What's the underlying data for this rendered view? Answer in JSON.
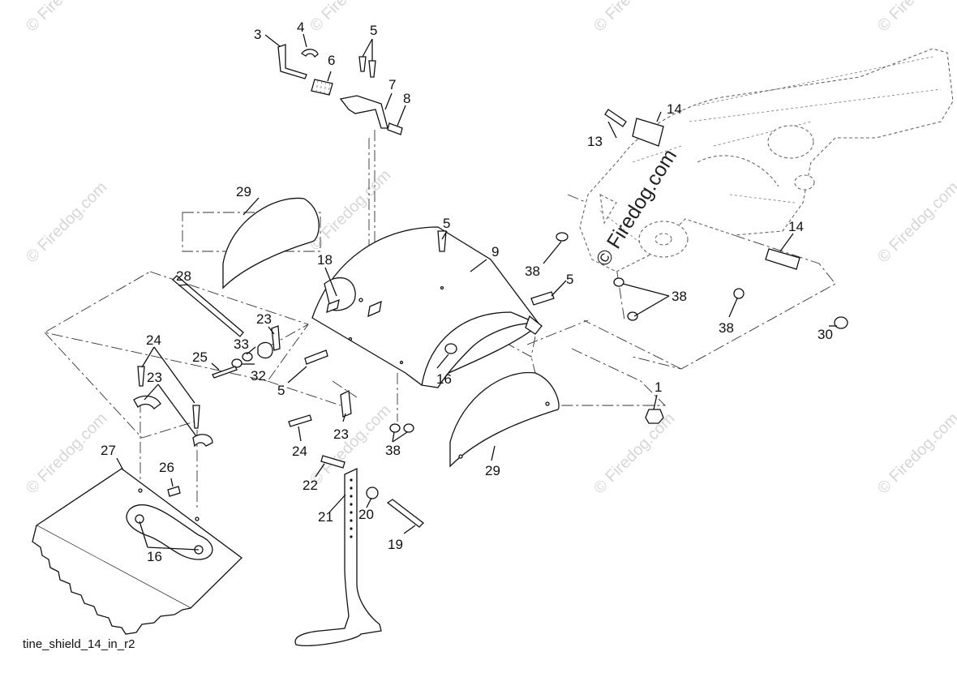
{
  "diagram_name": "tine_shield_14_in_r2",
  "watermark_text": "© Firedog.com",
  "callouts": {
    "c1": "1",
    "c3": "3",
    "c4": "4",
    "c5a": "5",
    "c5b": "5",
    "c5c": "5",
    "c5d": "5",
    "c6": "6",
    "c7": "7",
    "c8": "8",
    "c9": "9",
    "c13": "13",
    "c14a": "14",
    "c14b": "14",
    "c16a": "16",
    "c16b": "16",
    "c18": "18",
    "c19": "19",
    "c20": "20",
    "c21": "21",
    "c22": "22",
    "c23a": "23",
    "c23b": "23",
    "c23c": "23",
    "c24a": "24",
    "c24b": "24",
    "c25": "25",
    "c26": "26",
    "c27": "27",
    "c28": "28",
    "c29a": "29",
    "c29b": "29",
    "c30": "30",
    "c32": "32",
    "c33": "33",
    "c38a": "38",
    "c38b": "38",
    "c38c": "38",
    "c38d": "38"
  }
}
